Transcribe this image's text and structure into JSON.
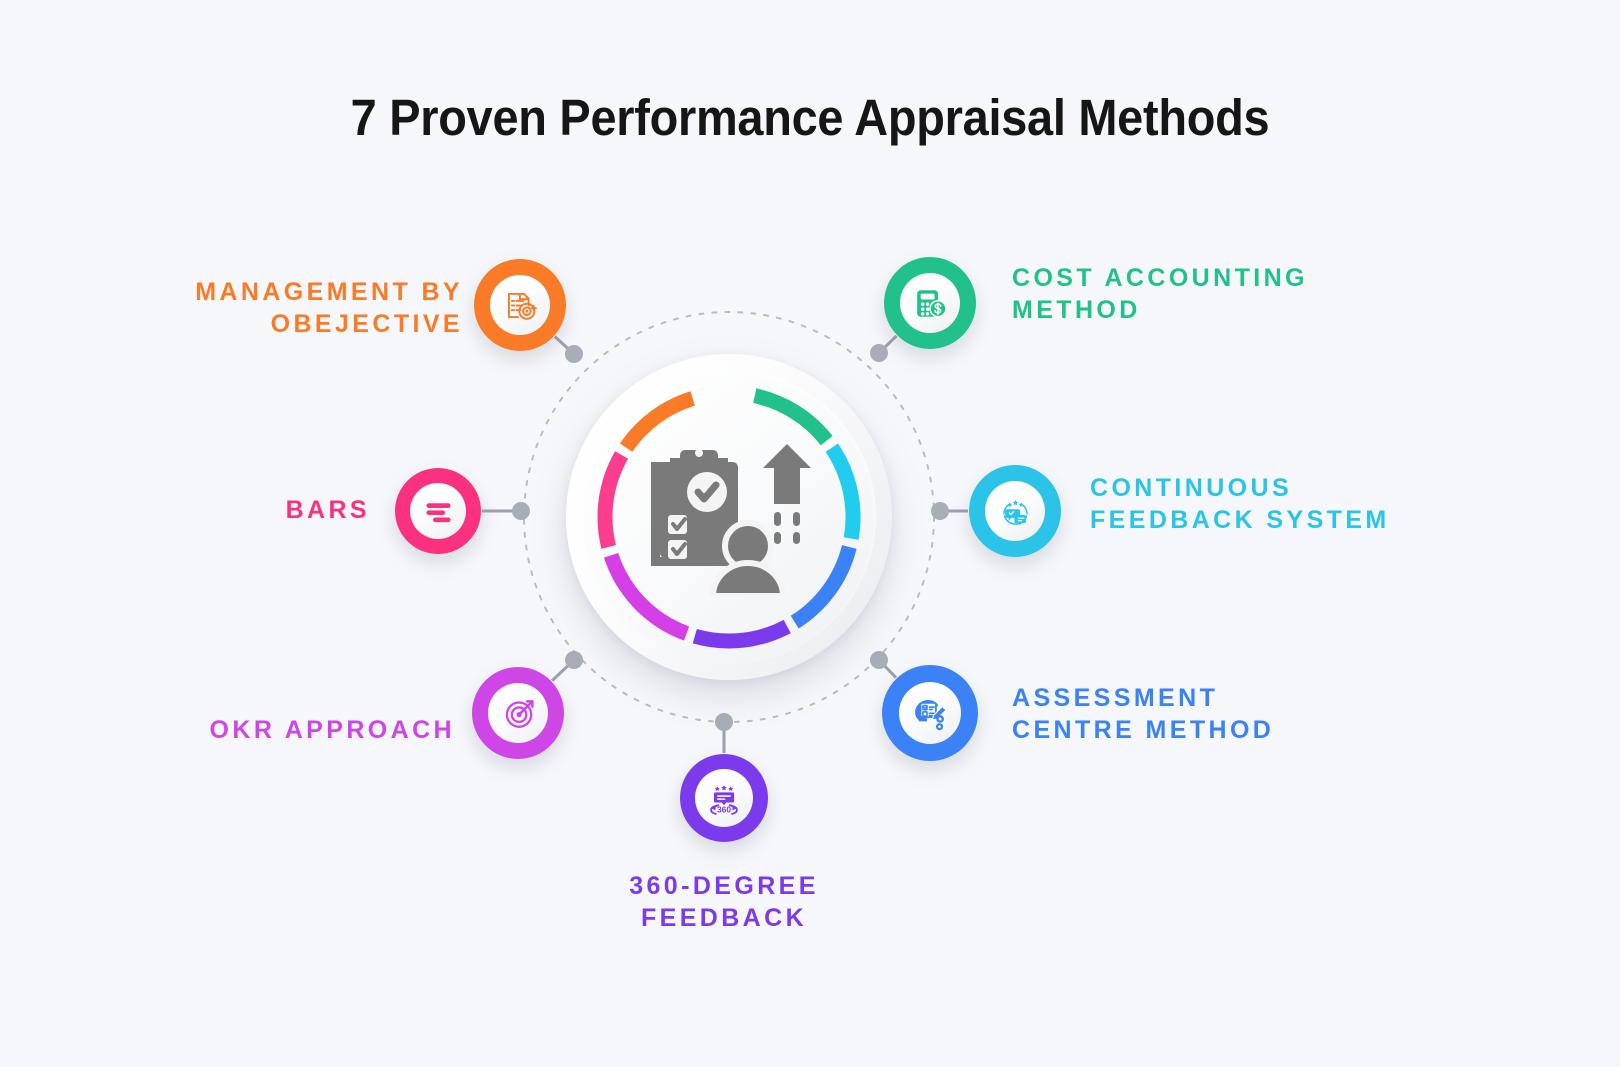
{
  "page": {
    "title": "7 Proven Performance Appraisal Methods",
    "background_color": "#f6f7fa",
    "title_color": "#161616"
  },
  "center": {
    "icon_name": "clipboard-checklist-person-growth-icon",
    "icon_color": "#7a7a7a",
    "ring_segments": [
      {
        "name": "management-by-objective",
        "color": "#F97B28",
        "start_deg": 304,
        "end_deg": 343
      },
      {
        "name": "bars",
        "color": "#FA3D8C",
        "start_deg": 256,
        "end_deg": 300
      },
      {
        "name": "okr-approach",
        "color": "#D43FE8",
        "start_deg": 200,
        "end_deg": 252
      },
      {
        "name": "360-degree-feedback",
        "color": "#7C3AED",
        "start_deg": 152,
        "end_deg": 196
      },
      {
        "name": "assessment-centre",
        "color": "#3B82F6",
        "start_deg": 104,
        "end_deg": 148
      },
      {
        "name": "continuous-feedback",
        "color": "#22CCEE",
        "start_deg": 56,
        "end_deg": 100
      },
      {
        "name": "cost-accounting",
        "color": "#22C08A",
        "start_deg": 12,
        "end_deg": 52
      }
    ]
  },
  "orbit": {
    "color": "#b9bcc6",
    "dash": "4 9",
    "radius": 205,
    "node_dot_color": "#a8adb8",
    "connector_color": "#9ba0ab"
  },
  "items": [
    {
      "id": "management-by-objective",
      "label": "MANAGEMENT BY\nOBEJECTIVE",
      "color": "#F97B28",
      "icon_name": "document-target-icon",
      "side": "left"
    },
    {
      "id": "cost-accounting-method",
      "label": "COST ACCOUNTING\nMETHOD",
      "color": "#22C08A",
      "icon_name": "calculator-dollar-icon",
      "side": "right"
    },
    {
      "id": "bars",
      "label": "BARS",
      "color": "#F9317F",
      "icon_name": "horizontal-bars-icon",
      "side": "left"
    },
    {
      "id": "continuous-feedback-system",
      "label": "CONTINUOUS\nFEEDBACK SYSTEM",
      "color": "#2BC4E8",
      "icon_name": "chat-bubbles-stars-icon",
      "side": "right"
    },
    {
      "id": "okr-approach",
      "label": "OKR APPROACH",
      "color": "#CF46E6",
      "icon_name": "target-arrow-icon",
      "side": "left"
    },
    {
      "id": "assessment-centre-method",
      "label": "ASSESSMENT\nCENTRE METHOD",
      "color": "#3B82F6",
      "icon_name": "head-checklist-pencil-icon",
      "side": "right"
    },
    {
      "id": "360-degree-feedback",
      "label": "360-DEGREE\nFEEDBACK",
      "color": "#7C3AED",
      "icon_name": "rotate-360-rating-icon",
      "side": "bottom"
    }
  ]
}
